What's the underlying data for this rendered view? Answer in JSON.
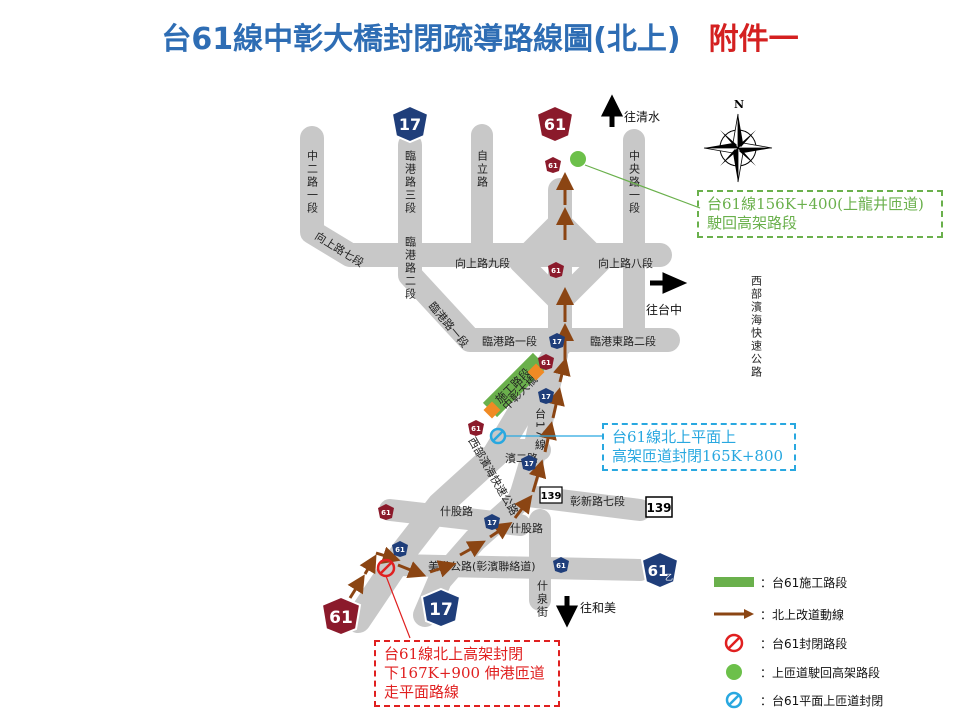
{
  "title": {
    "main": "台61線中彰大橋封閉疏導路線圖(北上)",
    "tag": "附件一"
  },
  "compass": {
    "north": "N"
  },
  "directions": {
    "qingshui": "往清水",
    "taizhong": "往台中",
    "hemei": "往和美"
  },
  "roads": {
    "zhonger": "中二路一段",
    "lingang3": "臨港路三段",
    "ziliroad": "自立路",
    "zhongyang1": "中央路一段",
    "xiangshang7": "向上路七段",
    "lingang2": "臨港路二段",
    "xiangshang9": "向上路九段",
    "xiangshang8": "向上路八段",
    "lingang1_diag": "臨港路一段",
    "lingang1": "臨港路一段",
    "lingangeast2": "臨港東路二段",
    "tai17": "台17線",
    "west_coast": "西部濱海快速公路",
    "binhai_diag": "西部濱海快速公路",
    "binerroad": "濱二路",
    "shigu_left": "什股路",
    "shigu_right": "什股路",
    "zhangxin7": "彰新路七段",
    "meigang": "美港公路(彰濱聯絡道)",
    "shiquan": "什泉街"
  },
  "bridge_labels": [
    "施工路段",
    "中彰大橋"
  ],
  "shields": {
    "r61": "61",
    "r17": "17",
    "r139": "139",
    "r61b": "61",
    "r61b_suffix": "乙"
  },
  "callouts": {
    "green": [
      "台61線156K+400(上龍井匝道)",
      "駛回高架路段"
    ],
    "blue": [
      "台61線北上平面上",
      "高架匝道封閉165K+800"
    ],
    "red": [
      "台61線北上高架封閉",
      "下167K+900 伸港匝道",
      "走平面路線"
    ]
  },
  "legend": [
    {
      "icon": "green-bar-icon",
      "label": "：台61施工路段"
    },
    {
      "icon": "brown-arrow-icon",
      "label": "：北上改道動線"
    },
    {
      "icon": "no-entry-red-icon",
      "label": "：台61封閉路段"
    },
    {
      "icon": "green-dot-icon",
      "label": "：上匝道駛回高架路段"
    },
    {
      "icon": "no-entry-blue-icon",
      "label": "：台61平面上匝道封閉"
    }
  ],
  "colors": {
    "road": "#c8c8c8",
    "detour_arrow": "#8b4513",
    "construction": "#6ab04c",
    "green_dot": "#6cc04a",
    "closure_red": "#e02020",
    "closure_blue": "#29a8e0",
    "title_blue": "#2e6db4",
    "title_red": "#d42020"
  }
}
